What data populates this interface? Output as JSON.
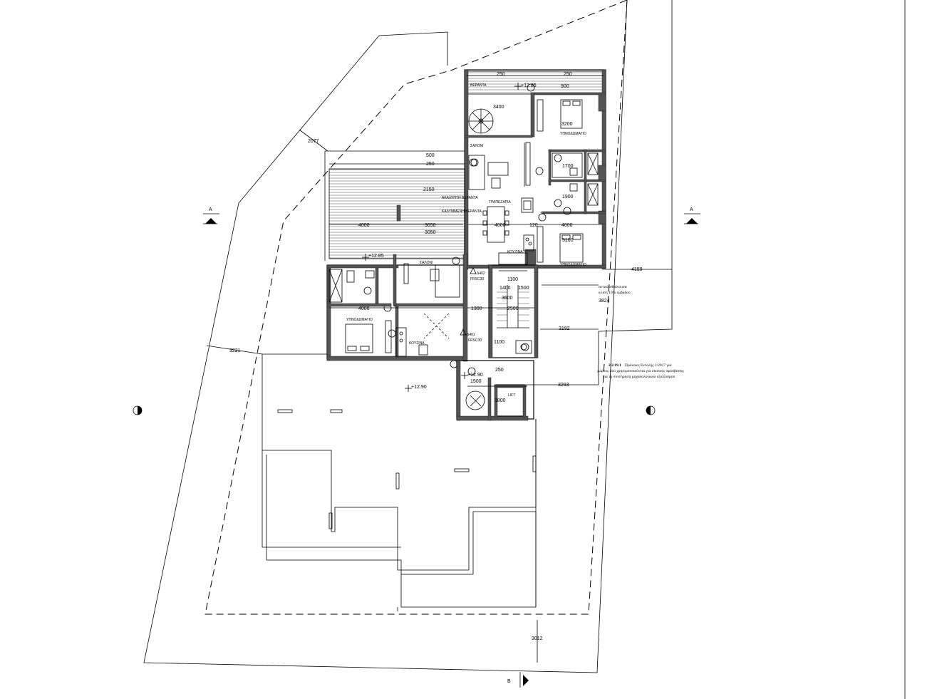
{
  "dimensions": {
    "site_top_left": "2077",
    "site_left": "3221",
    "site_right_top": "4159",
    "site_right_mid": "3824",
    "site_right_low": "3192",
    "site_right_bottom": "3293",
    "site_bottom": "3012",
    "top_250_a": "250",
    "top_250_b": "250",
    "top_900": "900",
    "stair_3400": "3400",
    "bed_3200": "3200",
    "bath_1700": "1700",
    "bath_1900": "1900",
    "bed_3100": "3100",
    "wing_500": "500",
    "wing_250": "250",
    "wing_2150": "2150",
    "wing_3650": "3650",
    "wing_3050": "3050",
    "row_4000_left": "4000",
    "row_4000_mid": "4000",
    "row_4000_right": "4000",
    "row_120": "120",
    "stair_1100": "1100",
    "stair_1400": "1400",
    "stair_1500": "1500",
    "stair_3600": "3600",
    "stair_2500": "2500",
    "lower_4000": "4000",
    "lower_1300": "1300",
    "lift_1100": "1100",
    "lift_1500": "1500",
    "lift_1800": "1800",
    "mid_250": "250"
  },
  "levels": {
    "top_terrace": "+12.85",
    "left_terrace": "+12.85",
    "lobby": "+12.90",
    "roof": "+12.90"
  },
  "rooms": {
    "terrace_top": "ΒΕΡΑΝΤΑ",
    "living_top": "ΣΑΛΟΝΙ",
    "bedroom_top": "ΥΠΝΟΔΩΜΑΤΙΟ",
    "dining": "ΤΡΑΠΕΖΑΡΙΑ",
    "kitchen_top": "ΚΟΥΖΙΝΑ",
    "bedroom_right": "ΥΠΝΟΔΩΜΑΤΙΟ",
    "open_terrace": "ΑΚΑΛΥΠΤΗ ΒΕΡΑΝΤΑ",
    "covered_terrace": "ΚΑΛΥΜΜΕΝΗ ΒΕΡΑΝΤΑ",
    "living_left": "ΣΑΛΟΝΙ",
    "bedroom_left": "ΥΠΝΟΔΩΜΑΤΙΟ",
    "kitchen_left": "ΚΟΥΖΙΝΑ",
    "lift": "LIFT"
  },
  "doors": {
    "d402": "Δ402",
    "d402_rating": "FRSC30",
    "d401": "Δ401",
    "d401_rating": "FRSC30"
  },
  "notes": {
    "slope_line1": "αντιολισθαίνουσα",
    "slope_line2": "κλίση 10% εμβαδού",
    "regulation_ref": "2.2.19.1",
    "regulation_text1": "Πρόνοιες Εντολής 1/2017 για",
    "regulation_text2": "χώρους που χρησιμοποιούνται για σκοπούς πρόσβασης",
    "regulation_text3": "για τη συντήρηση μηχανολογικού εξοπλισμού"
  },
  "section_marks": {
    "a_left": "A",
    "a_right": "A",
    "b_bottom": "B"
  },
  "colors": {
    "line": "#000000",
    "wall_fill": "#555555",
    "background": "#ffffff"
  }
}
